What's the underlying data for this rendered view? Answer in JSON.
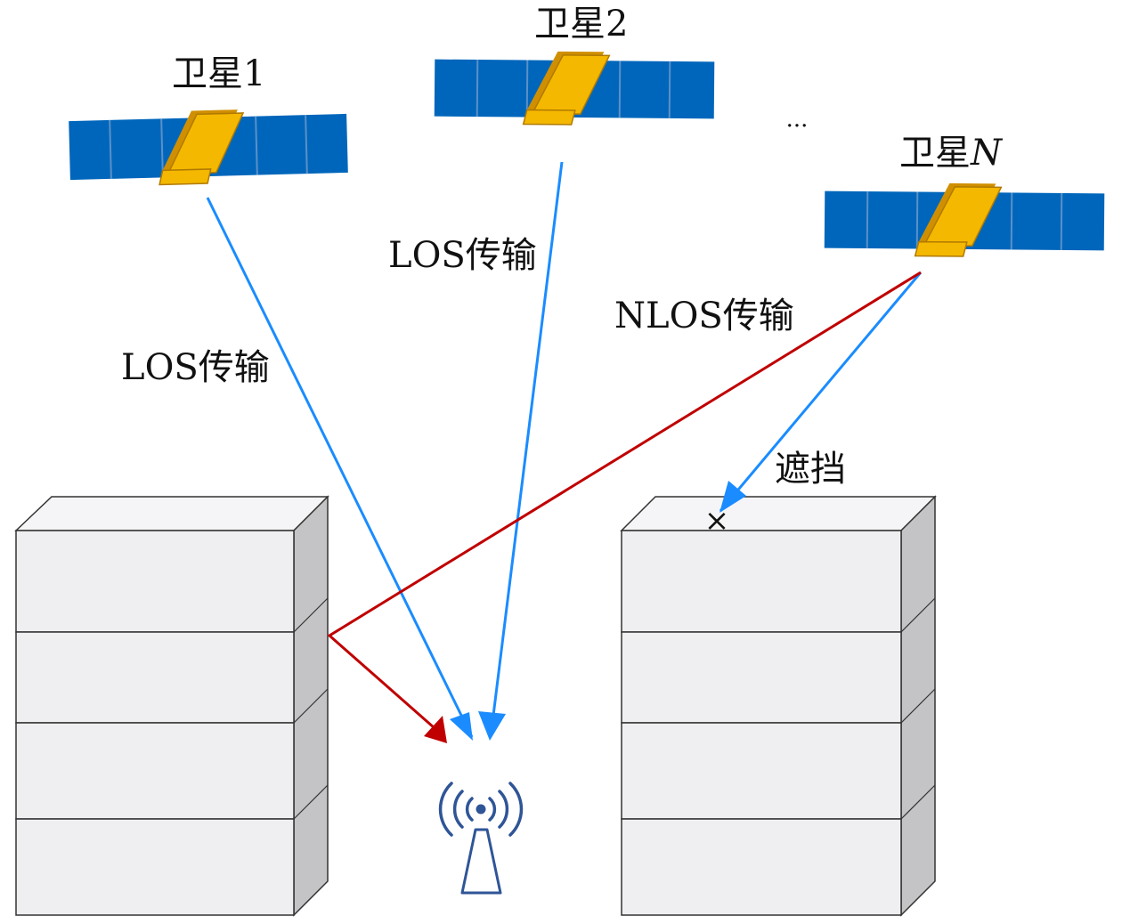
{
  "satellites": [
    {
      "prefix": "卫星",
      "suffix": "1",
      "suffix_italic": false
    },
    {
      "prefix": "卫星",
      "suffix": "2",
      "suffix_italic": false
    },
    {
      "prefix": "卫星",
      "suffix": "N",
      "suffix_italic": true
    }
  ],
  "ellipsis": "···",
  "paths": {
    "los_label_1": "LOS传输",
    "los_label_2": "LOS传输",
    "nlos_label": "NLOS传输",
    "blocked_label": "遮挡",
    "blocked_mark": "×"
  },
  "colors": {
    "los": "#1a8cff",
    "nlos": "#c00000",
    "panel": "#0066bb",
    "panel_line": "#5a90c8",
    "body": "#f5b800",
    "body_dark": "#d08f00",
    "building_front": "#efeff1",
    "building_top": "#f5f5f7",
    "building_side": "#c4c4c6",
    "antenna": "#2f5597"
  }
}
